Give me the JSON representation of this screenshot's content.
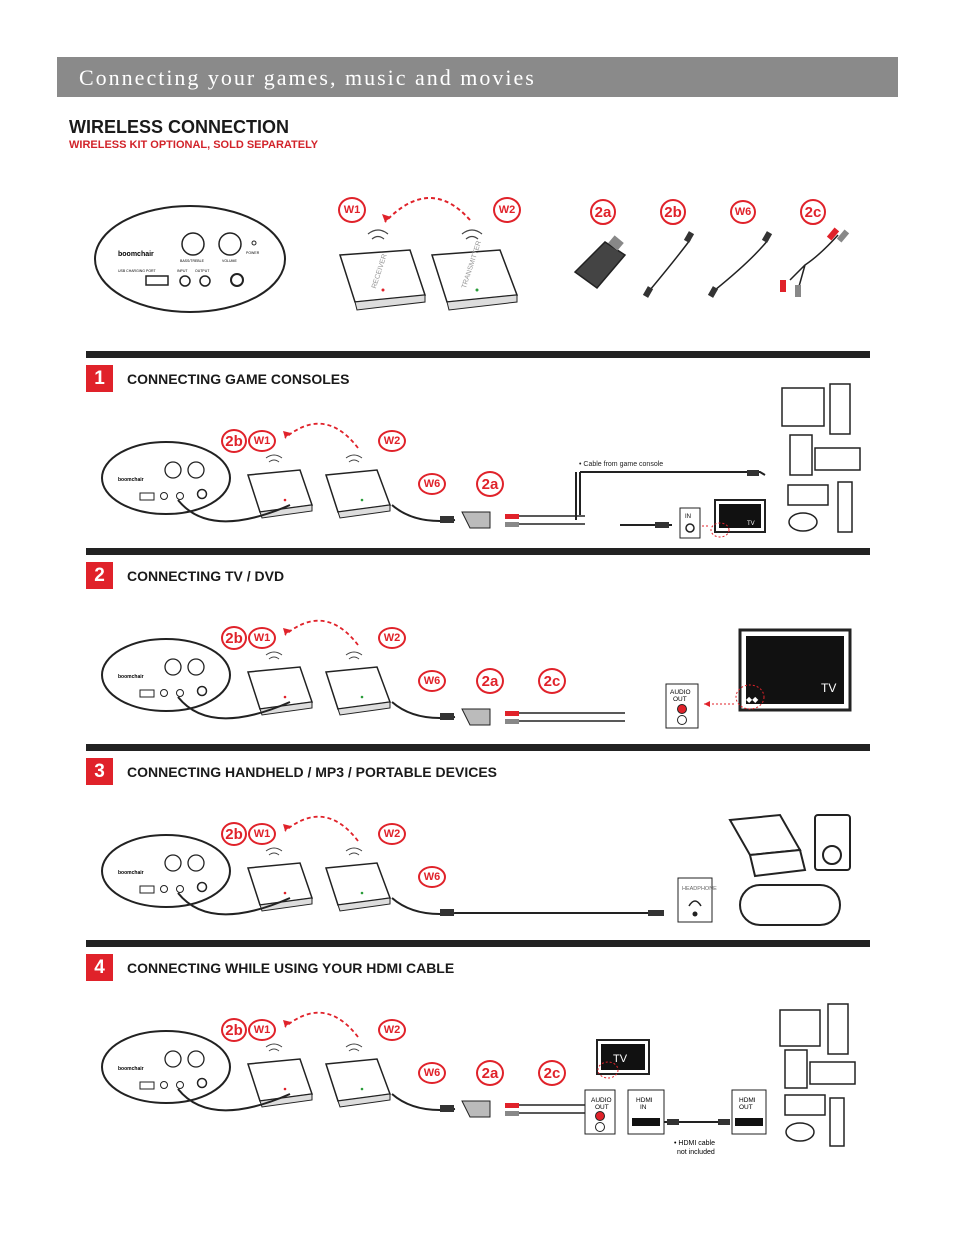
{
  "header": {
    "title": "Connecting your games, music and movies"
  },
  "wireless": {
    "title": "WIRELESS CONNECTION",
    "subtitle": "WIRELESS KIT OPTIONAL, SOLD SEPARATELY"
  },
  "panel": {
    "brand": "boomchair",
    "bass_treble": "BASS/TREBLE",
    "volume": "VOLUME",
    "power": "POWER",
    "usb": "USB CHARGING PORT",
    "input": "INPUT",
    "output": "OUTPUT"
  },
  "devices": {
    "receiver": "RECEIVER",
    "transmitter": "TRANSMITTER"
  },
  "tags": {
    "w1": "W1",
    "w2": "W2",
    "w6": "W6",
    "a2": "2a",
    "b2": "2b",
    "c2": "2c"
  },
  "sections": [
    {
      "number": "1",
      "title": "CONNECTING GAME CONSOLES"
    },
    {
      "number": "2",
      "title": "CONNECTING TV / DVD"
    },
    {
      "number": "3",
      "title": "CONNECTING HANDHELD / MP3 / PORTABLE DEVICES"
    },
    {
      "number": "4",
      "title": "CONNECTING WHILE USING YOUR HDMI CABLE"
    }
  ],
  "notes": {
    "cable_console": "• Cable from game console",
    "hdmi_cable_1": "• HDMI cable",
    "hdmi_cable_2": "not included"
  },
  "ports": {
    "in": "IN",
    "audio": "AUDIO",
    "out": "OUT",
    "headphone": "HEADPHONE",
    "hdmi": "HDMI",
    "tv": "TV"
  },
  "colors": {
    "accent": "#e0222a",
    "banner": "#8a8a8a",
    "rule": "#222222"
  }
}
